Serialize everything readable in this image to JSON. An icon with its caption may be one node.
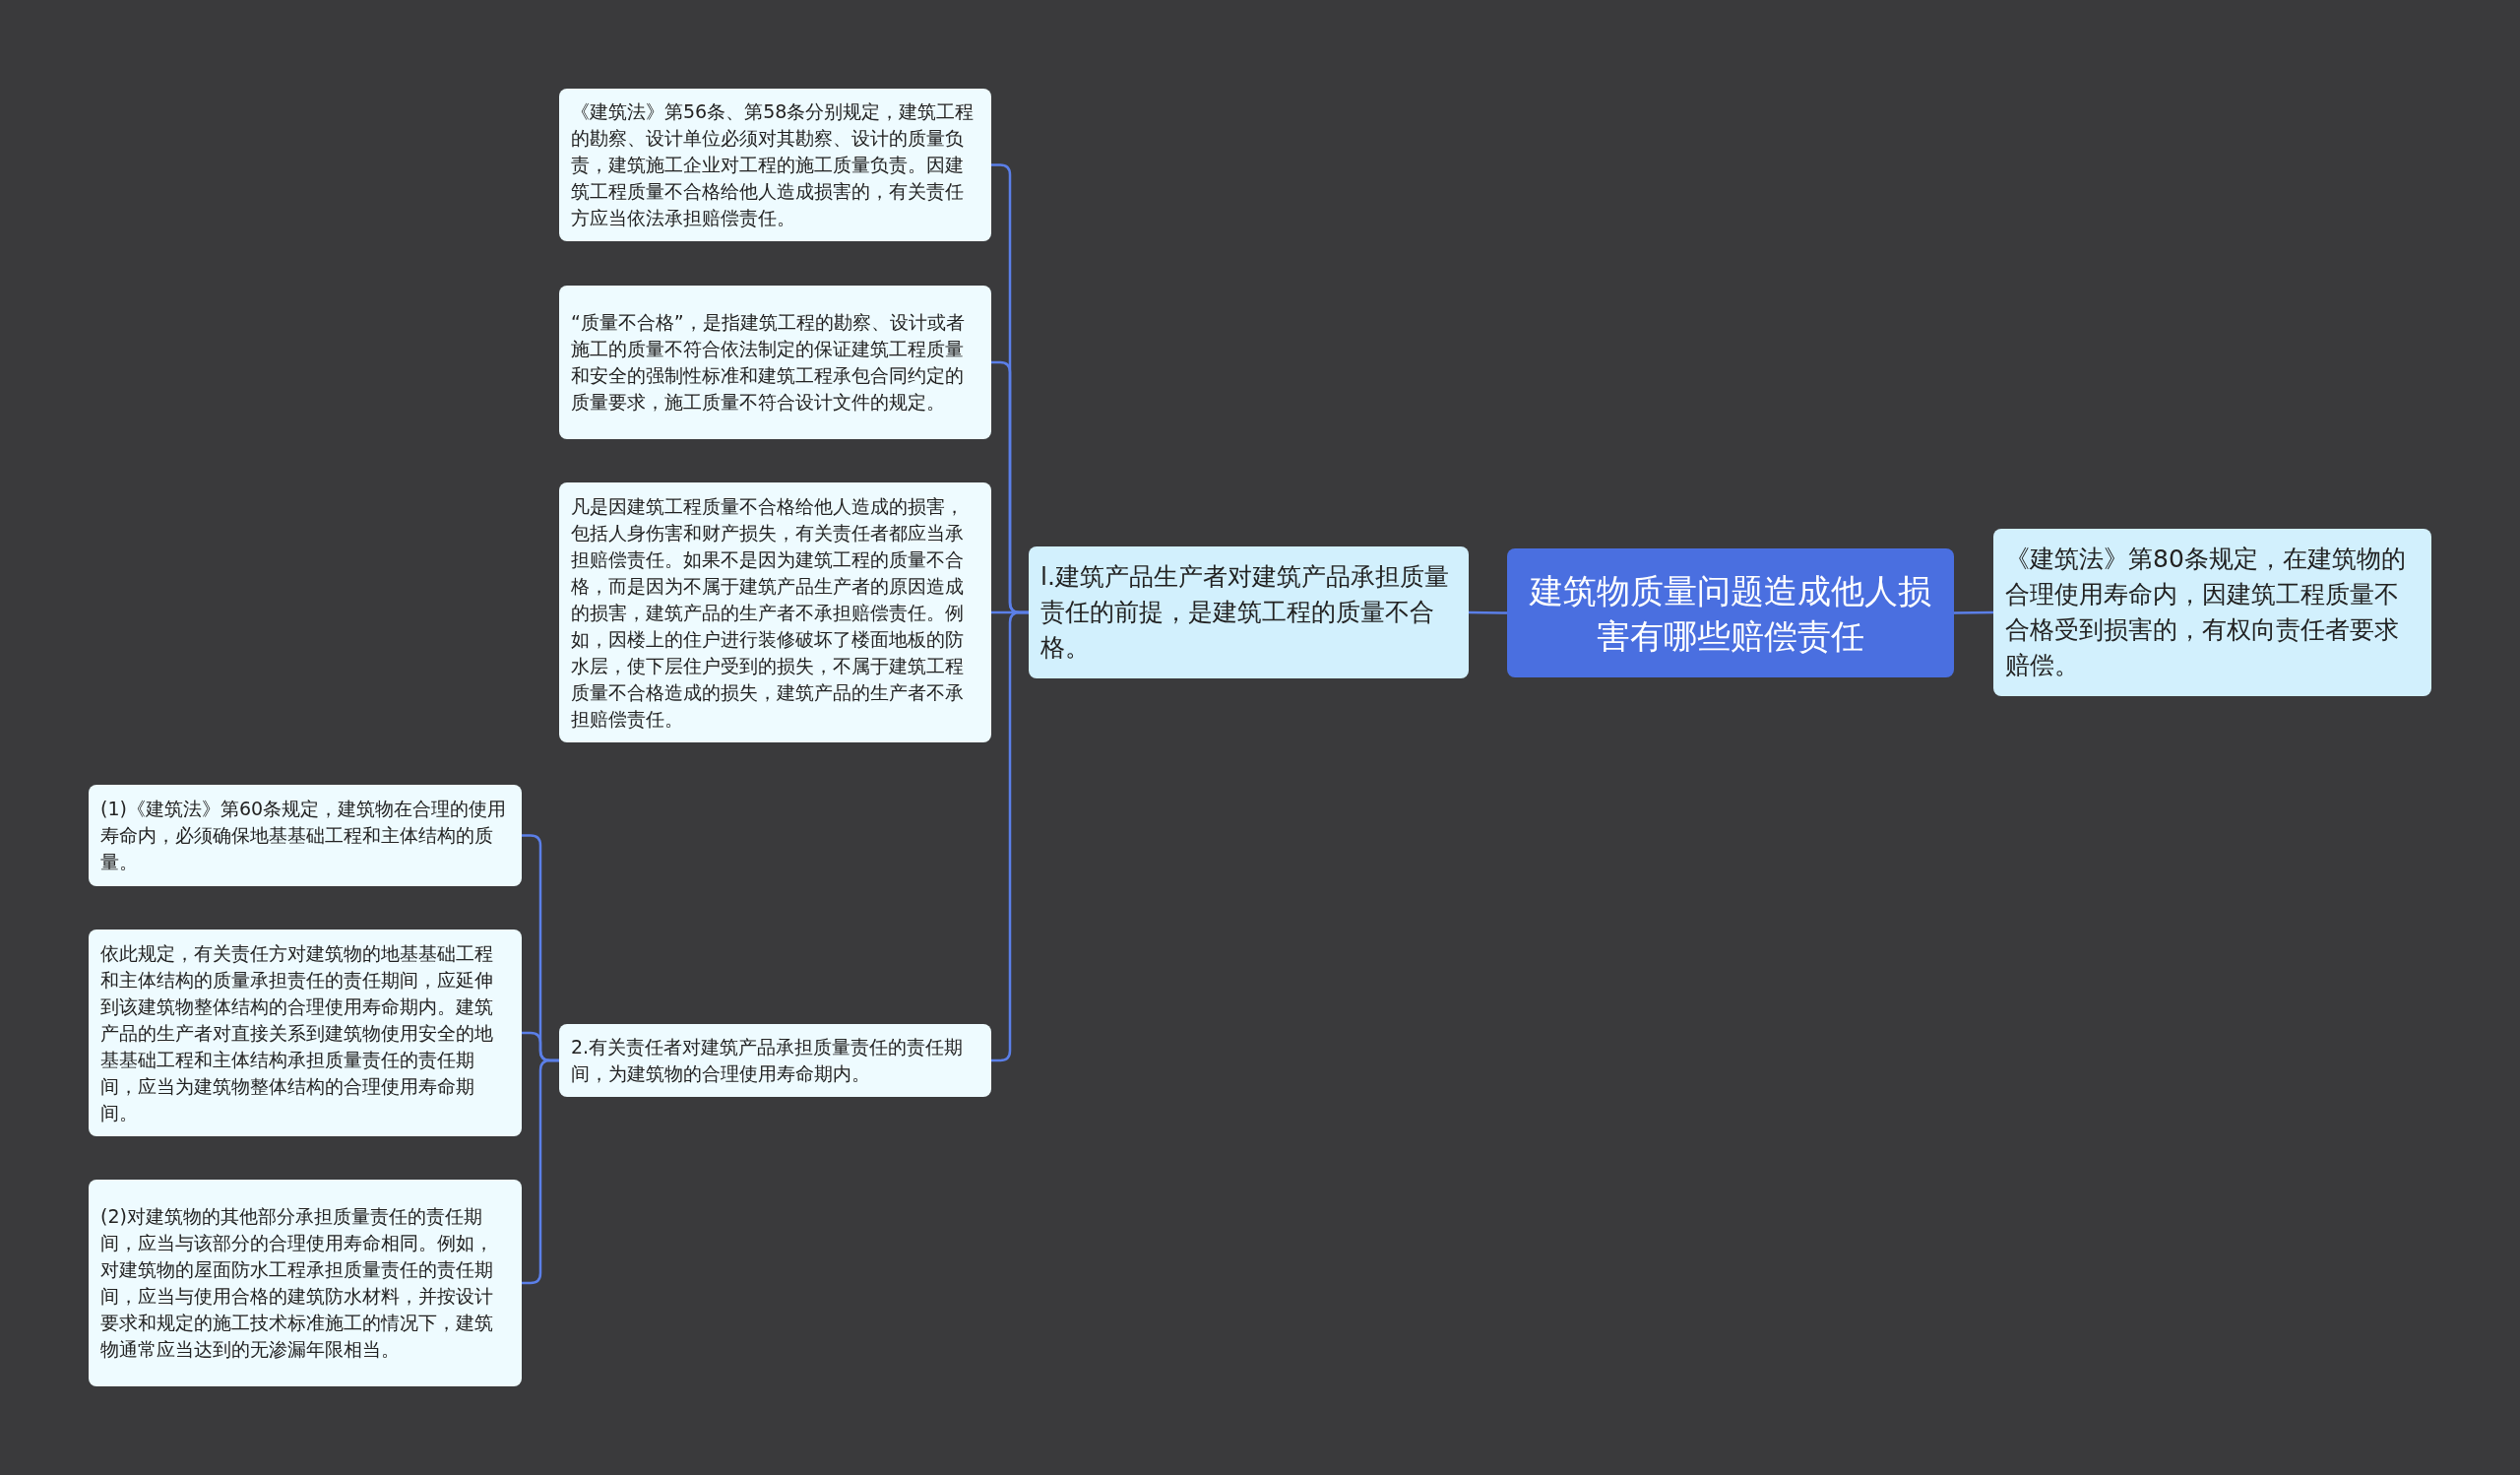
{
  "diagram": {
    "nodes": [
      {
        "text": [
          "建筑物质量问题造成他人损害有哪些赔偿责任"
        ]
      },
      {
        "text": [
          "《建筑法》第80条规定，在建筑物的合理使用寿命内，因建筑工程质量不合格受到损害的，有权向责任者要求赔偿。"
        ]
      },
      {
        "text": [
          "l.建筑产品生产者对建筑产品承担质量责任的前提，是建筑工程的质量不合格。"
        ]
      },
      {
        "text": [
          "《建筑法》第56条、第58条分别规定，建筑工程的勘察、设计单位必须对其勘察、设计的质量负责，建筑施工企业对工程的施工质量负责。因建筑工程质量不合格给他人造成损害的，有关责任方应当依法承担赔偿责任。"
        ]
      },
      {
        "text": [
          "“质量不合格”，是指建筑工程的勘察、设计或者施工的质量不符合依法制定的保证建筑工程质量和安全的强制性标准和建筑工程承包合同约定的质量要求，施工质量不符合设计文件的规定。"
        ]
      },
      {
        "text": [
          "凡是因建筑工程质量不合格给他人造成的损害，包括人身伤害和财产损失，有关责任者都应当承担赔偿责任。如果不是因为建筑工程的质量不合格，而是因为不属于建筑产品生产者的原因造成的损害，建筑产品的生产者不承担赔偿责任。例如，因楼上的住户进行装修破坏了楼面地板的防水层，使下层住户受到的损失，不属于建筑工程质量不合格造成的损失，建筑产品的生产者不承担赔偿责任。"
        ]
      },
      {
        "text": [
          "2.有关责任者对建筑产品承担质量责任的责任期间，为建筑物的合理使用寿命期内。"
        ]
      },
      {
        "text": [
          "(1)《建筑法》第60条规定，建筑物在合理的使用寿命内，必须确保地基基础工程和主体结构的质量。"
        ]
      },
      {
        "text": [
          "依此规定，有关责任方对建筑物的地基基础工程和主体结构的质量承担责任的责任期间，应延伸到该建筑物整体结构的合理使用寿命期内。建筑产品的生产者对直接关系到建筑物使用安全的地基基础工程和主体结构承担质量责任的责任期间，应当为建筑物整体结构的合理使用寿命期间。"
        ]
      },
      {
        "text": [
          "(2)对建筑物的其他部分承担质量责任的责任期间，应当与该部分的合理使用寿命相同。例如，对建筑物的屋面防水工程承担质量责任的责任期间，应当与使用合格的建筑防水材料，并按设计要求和规定的施工技术标准施工的情况下，建筑物通常应当达到的无渗漏年限相当。"
        ]
      }
    ],
    "edges": [
      {
        "from": 1,
        "to": 0,
        "arrow": "none"
      },
      {
        "from": 0,
        "to": 2,
        "arrow": "none"
      },
      {
        "from": 2,
        "to": 3,
        "arrow": "none"
      },
      {
        "from": 2,
        "to": 4,
        "arrow": "none"
      },
      {
        "from": 2,
        "to": 5,
        "arrow": "none"
      },
      {
        "from": 2,
        "to": 6,
        "arrow": "none"
      },
      {
        "from": 6,
        "to": 7,
        "arrow": "none"
      },
      {
        "from": 6,
        "to": 8,
        "arrow": "none"
      },
      {
        "from": 6,
        "to": 9,
        "arrow": "none"
      }
    ]
  }
}
